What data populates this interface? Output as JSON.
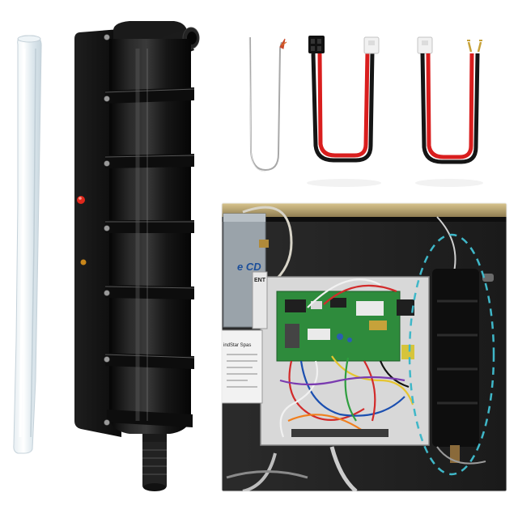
{
  "image": {
    "subject": "product-kit-photo",
    "items": [
      {
        "id": "tube",
        "icon": "clear-tube-icon"
      },
      {
        "id": "cleaner",
        "icon": "ozone-cleaner-icon"
      },
      {
        "id": "probe",
        "icon": "sensor-probe-icon"
      },
      {
        "id": "cable_a",
        "icon": "power-cable-icon"
      },
      {
        "id": "cable_b",
        "icon": "power-cable-icon"
      },
      {
        "id": "install_photo",
        "icon": "spa-control-box-photo"
      }
    ],
    "inset_labels": {
      "brand_fragment": "e CD",
      "box_label_fragment": "ENT",
      "sticker_fragment": "indStar Spas"
    },
    "colors": {
      "background": "#ffffff",
      "device_body": "#121212",
      "wire_red": "#d91e1e",
      "wire_black": "#151515",
      "circuit_board": "#2e8b3c",
      "highlight_dash": "#3fb7c8",
      "indicator_led": "#e0281c"
    }
  }
}
